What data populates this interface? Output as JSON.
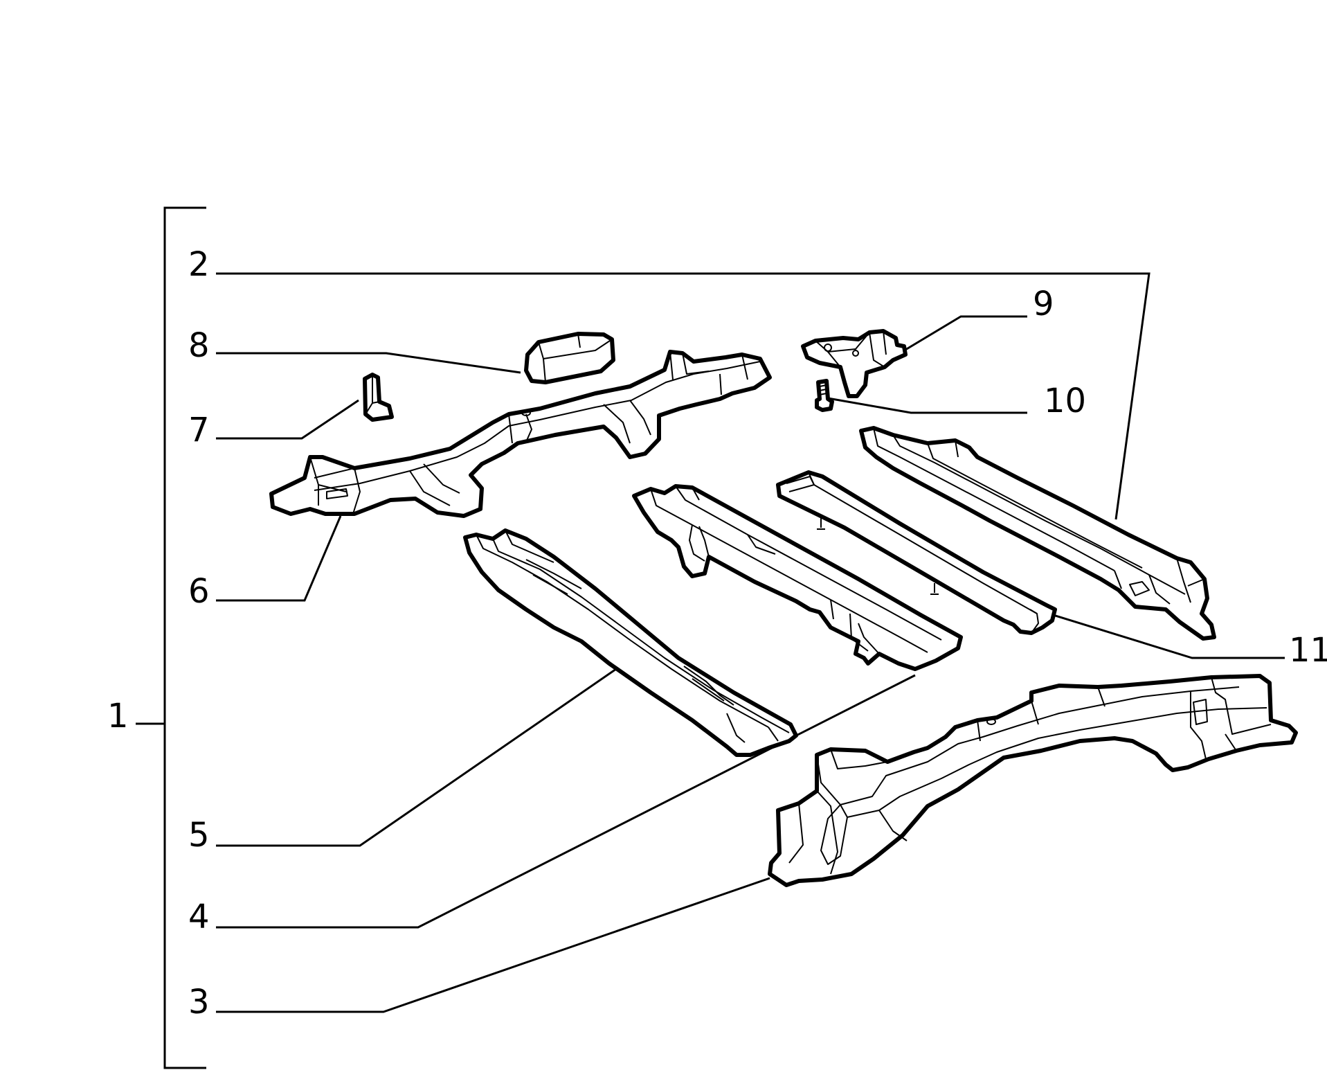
{
  "callouts": {
    "n1": "1",
    "n2": "2",
    "n3": "3",
    "n4": "4",
    "n5": "5",
    "n6": "6",
    "n7": "7",
    "n8": "8",
    "n9": "9",
    "n10": "10",
    "n11": "11"
  }
}
